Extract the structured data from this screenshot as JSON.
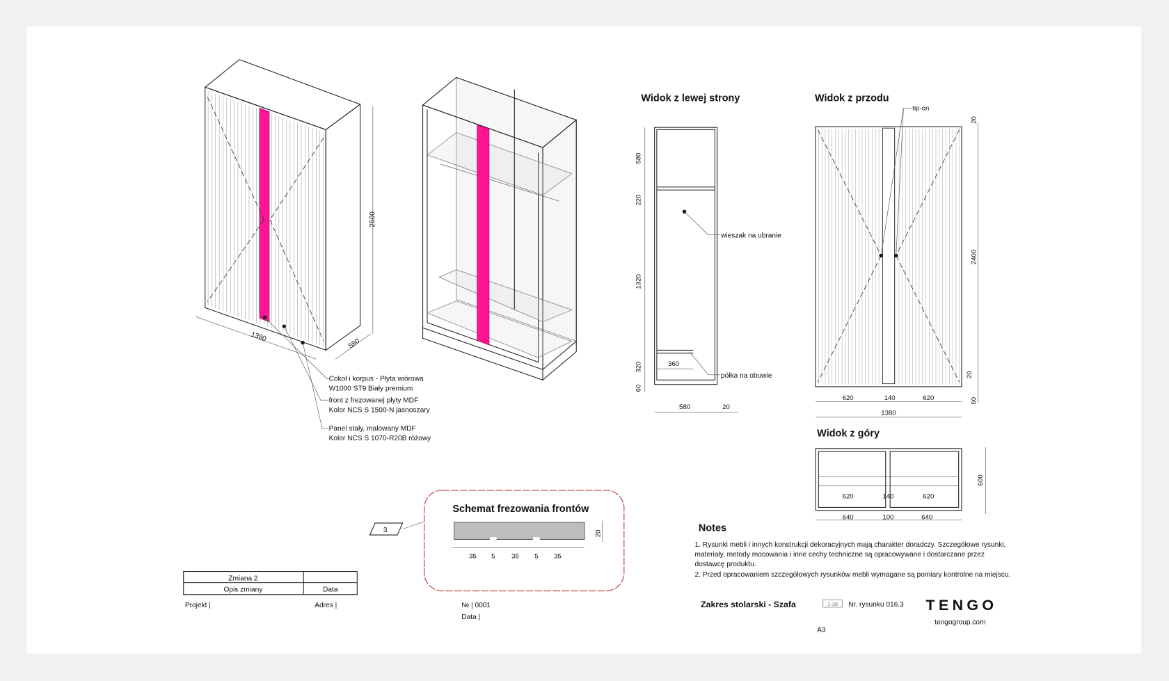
{
  "colors": {
    "accent_panel": "#ff1493",
    "cloud": "#c96a6a",
    "paper": "#ffffff",
    "background": "#f1f1f1"
  },
  "iso": {
    "dims": {
      "height": "2500",
      "width": "1380",
      "depth": "580"
    },
    "callouts": [
      {
        "line1": "Cokoł i korpus - Płyta wiórowa",
        "line2": "W1000 ST9 Biały premium"
      },
      {
        "line1": "front z frezowanej płyty MDF",
        "line2": "Kolor NCS S 1500-N jasnoszary"
      },
      {
        "line1": "Panel stały, malowany MDF",
        "line2": "Kolor NCS S 1070-R20B różowy"
      }
    ]
  },
  "side_view": {
    "title": "Widok z lewej strony",
    "vdims": [
      "580",
      "220",
      "1320",
      "320",
      "60"
    ],
    "hdims": {
      "inner": "360",
      "depth": "580",
      "front": "20"
    },
    "labels": {
      "hanger": "wieszak na ubranie",
      "shoe_shelf": "półka na obuwie"
    }
  },
  "front_view": {
    "title": "Widok z przodu",
    "tip_on": "tip-on",
    "vdims": {
      "top": "20",
      "height": "2400",
      "bottom_gap": "20",
      "plinth": "60"
    },
    "hdims": [
      "620",
      "140",
      "620"
    ],
    "total": "1380"
  },
  "top_view": {
    "title": "Widok z góry",
    "inner": [
      "620",
      "140",
      "620"
    ],
    "outer": [
      "640",
      "100",
      "640"
    ],
    "depth": "600"
  },
  "schema": {
    "title": "Schemat frezowania frontów",
    "tag": "3",
    "dims": [
      "35",
      "5",
      "35",
      "5",
      "35"
    ],
    "thickness": "20"
  },
  "notes": {
    "title": "Notes",
    "lines": [
      "1. Rysunki mebli i innych konstrukcji dekoracyjnych mają charakter doradczy. Szczegółowe rysunki,",
      "materiały, metody mocowania i inne cechy techniczne są opracowywane i dostarczane przez",
      "dostawcę produktu.",
      "2. Przed opracowaniem szczegółowych rysunków mebli wymagane są pomiary kontrolne na miejscu."
    ]
  },
  "revision": {
    "change": "Zmiana 2",
    "description": "Opis zmiany",
    "date": "Data"
  },
  "title_block": {
    "project": "Projekt |",
    "address": "Adres |",
    "number": "№ |  0001",
    "date": "Data |",
    "scope": "Zakres stolarski - Szafa",
    "scale": "1-38",
    "drawing_no": "Nr. rysunku  016.3",
    "format": "A3",
    "logo": "TENGO",
    "website": "tengogroup.com"
  }
}
